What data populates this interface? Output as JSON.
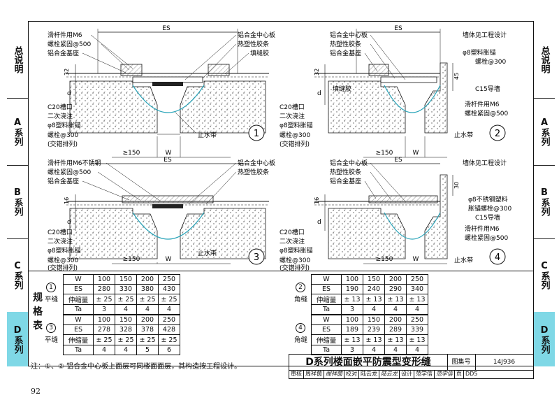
{
  "sidebar_left": [
    {
      "label": "总说明"
    },
    {
      "label": "A系列"
    },
    {
      "label": "B系列"
    },
    {
      "label": "C系列"
    },
    {
      "label": "D系列"
    }
  ],
  "sidebar_right": [
    {
      "label": "总说明"
    },
    {
      "label": "A系列"
    },
    {
      "label": "B系列"
    },
    {
      "label": "C系列"
    },
    {
      "label": "D系列"
    }
  ],
  "details": {
    "d1": {
      "number": "1",
      "es": "ES",
      "w": "W",
      "gap150": "≥150",
      "label_hua": "滑杆件用M6",
      "label_luo": "螺栓紧固@500",
      "label_base": "铝合金基座",
      "label_center": "铝合金中心板",
      "label_strip": "热塑性胶条",
      "label_fill": "填缝胶",
      "label_c20": "C20槽口",
      "label_pour": "二次浇注",
      "label_anchor": "φ8塑料胀锚",
      "label_bolt": "螺栓@300",
      "label_stagger": "(交错排列)",
      "label_water": "止水带",
      "dim32": "32",
      "dim_d": "d"
    },
    "d2": {
      "number": "2",
      "es": "ES",
      "w": "W",
      "gap150": "≥150",
      "label_wall": "墙体见工程设计",
      "label_center": "铝合金中心板",
      "label_strip": "热塑性胶条",
      "label_base": "铝合金基座",
      "label_fill": "填缝胶",
      "label_anchor2": "φ8塑料胀锚",
      "label_bolt2": "螺栓@300",
      "label_c15": "C15导墙",
      "label_hua": "滑杆件用M6",
      "label_luo": "螺栓紧固@500",
      "label_c20": "C20槽口",
      "label_pour": "二次浇注",
      "label_anchor": "φ8塑料胀锚",
      "label_bolt": "螺栓@300",
      "label_stagger": "(交错排列)",
      "label_water": "止水带",
      "dim45": "45",
      "dim32": "32",
      "dim_d": "d"
    },
    "d3": {
      "number": "3",
      "es": "ES",
      "w": "W",
      "gap150": "≥150",
      "label_hua": "滑杆件用M6不锈钢",
      "label_luo": "螺栓紧固@500",
      "label_base": "铝合金基座",
      "label_center": "铝合金中心板",
      "label_strip": "热塑性胶条",
      "label_c20": "C20槽口",
      "label_pour": "二次浇注",
      "label_anchor": "φ8塑料胀锚",
      "label_bolt": "螺栓@300",
      "label_stagger": "(交错排列)",
      "label_water": "止水带",
      "dim16": "16",
      "dim_d": "d"
    },
    "d4": {
      "number": "4",
      "es": "ES",
      "w": "W",
      "gap150": "≥150",
      "label_wall": "墙体见工程设计",
      "label_center": "铝合金中心板",
      "label_strip": "热塑性胶条",
      "label_base": "铝合金基座",
      "label_anchor2": "φ8不锈钢塑料",
      "label_bolt2": "胀锚螺栓@300",
      "label_c15": "C15导墙",
      "label_hua": "滑杆件用M6",
      "label_luo": "螺栓紧固@500",
      "label_c20": "C20槽口",
      "label_pour": "二次浇注",
      "label_anchor": "φ8塑料胀锚",
      "label_bolt": "螺栓@300",
      "label_stagger": "(交错排列)",
      "label_water": "止水带",
      "dim30": "30",
      "dim16": "16",
      "dim_d": "d"
    }
  },
  "spec_table": {
    "title": "规格表",
    "left_top": {
      "num": "1",
      "kind": "平缝",
      "rows": [
        [
          "W",
          "100",
          "150",
          "200",
          "250"
        ],
        [
          "ES",
          "280",
          "330",
          "380",
          "430"
        ],
        [
          "伸缩量",
          "± 25",
          "± 25",
          "± 25",
          "± 25"
        ],
        [
          "Ta",
          "3",
          "4",
          "4",
          "4"
        ]
      ]
    },
    "left_bottom": {
      "num": "3",
      "kind": "平缝",
      "rows": [
        [
          "W",
          "100",
          "150",
          "200",
          "250"
        ],
        [
          "ES",
          "278",
          "328",
          "378",
          "428"
        ],
        [
          "伸缩量",
          "± 25",
          "± 25",
          "± 25",
          "± 25"
        ],
        [
          "Ta",
          "4",
          "4",
          "5",
          "6"
        ]
      ]
    },
    "right_top": {
      "num": "2",
      "kind": "角缝",
      "rows": [
        [
          "W",
          "100",
          "150",
          "200",
          "250"
        ],
        [
          "ES",
          "190",
          "240",
          "290",
          "340"
        ],
        [
          "伸缩量",
          "± 13",
          "± 13",
          "± 13",
          "± 13"
        ],
        [
          "Ta",
          "3",
          "4",
          "4",
          "4"
        ]
      ]
    },
    "right_bottom": {
      "num": "4",
      "kind": "角缝",
      "rows": [
        [
          "W",
          "100",
          "150",
          "200",
          "250"
        ],
        [
          "ES",
          "189",
          "239",
          "289",
          "339"
        ],
        [
          "伸缩量",
          "± 13",
          "± 13",
          "± 13",
          "± 13"
        ],
        [
          "Ta",
          "3",
          "4",
          "4",
          "4"
        ]
      ]
    }
  },
  "note": "注：①、② 铝合金中心板上面层可同楼面面层，其构造按工程设计。",
  "title_block": {
    "title": "D系列楼面嵌平防震型变形缝",
    "atlas_label": "图集号",
    "atlas_no": "14J936",
    "review": "审核",
    "reviewer": "周祥茵",
    "reviewer_sig": "阁祥茵",
    "check": "校对",
    "checker": "陆云龙",
    "checker_sig": "陆云龙",
    "design": "设计",
    "designer": "范学信",
    "designer_sig": "范学信",
    "page_label": "页",
    "page": "DD5"
  },
  "page_number": "92"
}
